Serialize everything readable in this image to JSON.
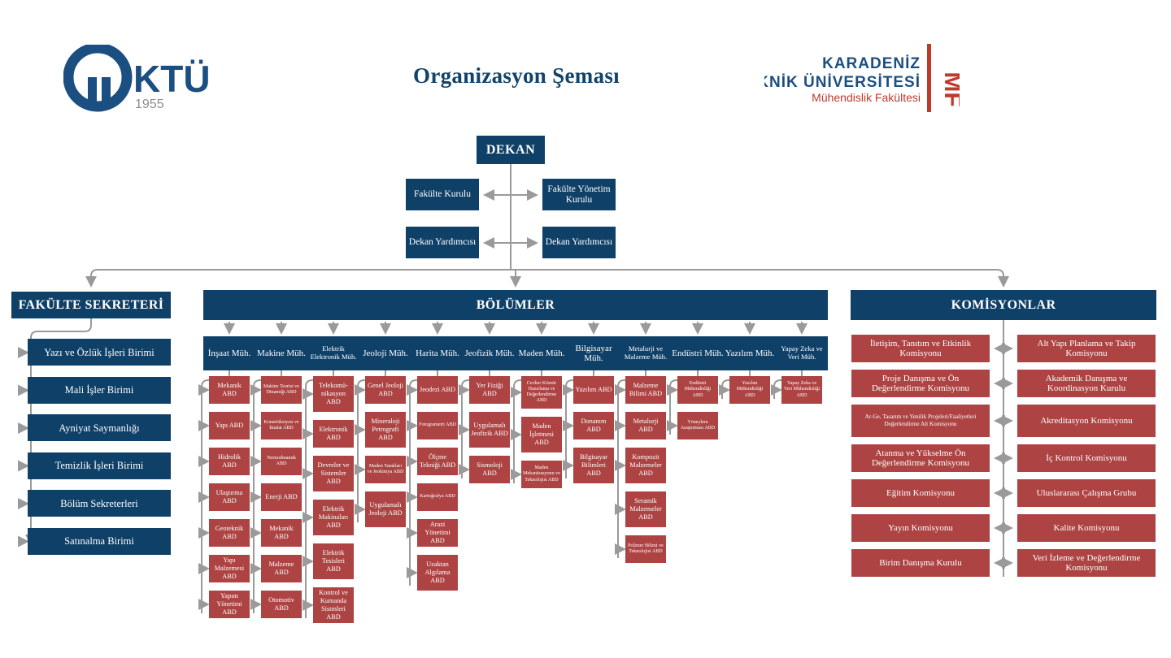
{
  "header": {
    "title": "Organizasyon Şeması",
    "logo_left": {
      "name": "ktu-logo",
      "text": "KTÜ",
      "year": "1955"
    },
    "logo_right": {
      "name": "ktu-muhendislik-fakultesi-logo",
      "line1": "KARADENİZ",
      "line2": "TEKNİK ÜNİVERSİTESİ",
      "line3": "Mühendislik Fakültesi",
      "mark": "MF"
    }
  },
  "colors": {
    "navy": "#0f4068",
    "red": "#ad4343",
    "connector": "#9a9a9a",
    "title": "#12436b"
  },
  "top": {
    "dekan": "DEKAN",
    "fakulte_kurulu": "Fakülte Kurulu",
    "fakulte_yonetim_kurulu": "Fakülte Yönetim Kurulu",
    "dekan_yardimcisi_1": "Dekan Yardımcısı",
    "dekan_yardimcisi_2": "Dekan Yardımcısı"
  },
  "faculty_secretary": {
    "header": "FAKÜLTE SEKRETERİ",
    "units": [
      "Yazı ve Özlük İşleri Birimi",
      "Mali İşler Birimi",
      "Ayniyat Saymanlığı",
      "Temizlik İşleri Birimi",
      "Bölüm Sekreterleri",
      "Satınalma Birimi"
    ]
  },
  "departments": {
    "header": "BÖLÜMLER",
    "columns": [
      {
        "name": "İnşaat Müh.",
        "small": false,
        "abd": [
          {
            "t": "Mekanik ABD",
            "s": false
          },
          {
            "t": "Yapı ABD",
            "s": false
          },
          {
            "t": "Hidrolik ABD",
            "s": false
          },
          {
            "t": "Ulaştırma ABD",
            "s": false
          },
          {
            "t": "Geoteknik ABD",
            "s": false
          },
          {
            "t": "Yapı Malzemesi ABD",
            "s": false
          },
          {
            "t": "Yapım Yönetimi ABD",
            "s": false
          }
        ]
      },
      {
        "name": "Makine Müh.",
        "small": false,
        "abd": [
          {
            "t": "Makine Teorisi ve Dinamiği ABD",
            "s": true
          },
          {
            "t": "Konstrüksiyon ve İmalat ABD",
            "s": true
          },
          {
            "t": "Termodinamik ABD",
            "s": true
          },
          {
            "t": "Enerji ABD",
            "s": false
          },
          {
            "t": "Mekanik ABD",
            "s": false
          },
          {
            "t": "Malzeme ABD",
            "s": false
          },
          {
            "t": "Otomotiv ABD",
            "s": false
          }
        ]
      },
      {
        "name": "Elektrik Elektronik Müh.",
        "small": true,
        "abd": [
          {
            "t": "Telekomü-nikasyon ABD",
            "s": false
          },
          {
            "t": "Elektronik ABD",
            "s": false
          },
          {
            "t": "Devreler ve Sistemler ABD",
            "s": false
          },
          {
            "t": "Elektrik Makinaları ABD",
            "s": false
          },
          {
            "t": "Elektrik Tesisleri ABD",
            "s": false
          },
          {
            "t": "Kontrol ve Kumanda Sistmleri ABD",
            "s": false
          }
        ]
      },
      {
        "name": "Jeoloji Müh.",
        "small": false,
        "abd": [
          {
            "t": "Genel Jeoloji ABD",
            "s": false
          },
          {
            "t": "Mineraloji Petrografi ABD",
            "s": false
          },
          {
            "t": "Maden Yatakları ve Jeokimya ABD",
            "s": true
          },
          {
            "t": "Uygulamalı Jeoloji ABD",
            "s": false
          }
        ]
      },
      {
        "name": "Harita Müh.",
        "small": false,
        "abd": [
          {
            "t": "Jeodezi ABD",
            "s": false
          },
          {
            "t": "Fotogrametri ABD",
            "s": true
          },
          {
            "t": "Ölçme Tekniği ABD",
            "s": false
          },
          {
            "t": "Kartoğrafya ABD",
            "s": true
          },
          {
            "t": "Arazi Yönetimi ABD",
            "s": false
          },
          {
            "t": "Uzaktan Algılama ABD",
            "s": false
          }
        ]
      },
      {
        "name": "Jeofizik Müh.",
        "small": false,
        "abd": [
          {
            "t": "Yer Fiziği ABD",
            "s": false
          },
          {
            "t": "Uygulamalı Jeofizik ABD",
            "s": false
          },
          {
            "t": "Sismoloji ABD",
            "s": false
          }
        ]
      },
      {
        "name": "Maden Müh.",
        "small": false,
        "abd": [
          {
            "t": "Cevher Kömür Hazırlama ve Değerlendirme ABD",
            "s": true
          },
          {
            "t": "Maden İşletmesi ABD",
            "s": false
          },
          {
            "t": "Maden Mekanizasyonu ve Teknolojisi ABD",
            "s": true
          }
        ]
      },
      {
        "name": "Bilgisayar Müh.",
        "small": false,
        "abd": [
          {
            "t": "Yazılım ABD",
            "s": false
          },
          {
            "t": "Donanım ABD",
            "s": false
          },
          {
            "t": "Bilgisayar Bilimleri ABD",
            "s": false
          }
        ]
      },
      {
        "name": "Metalurji ve Malzeme Müh.",
        "small": true,
        "abd": [
          {
            "t": "Malzeme Bilimi ABD",
            "s": false
          },
          {
            "t": "Metalurji ABD",
            "s": false
          },
          {
            "t": "Kompozit Malzemeler ABD",
            "s": false
          },
          {
            "t": "Seramik Malzemeler ABD",
            "s": false
          },
          {
            "t": "Polimer Bilimi ve Teknolojisi ABD",
            "s": true
          }
        ]
      },
      {
        "name": "Endüstri Müh.",
        "small": false,
        "abd": [
          {
            "t": "Endüstri Mühendisliği ABD",
            "s": true
          },
          {
            "t": "Yöneylem Araştırması ABD",
            "s": true
          }
        ]
      },
      {
        "name": "Yazılım Müh.",
        "small": false,
        "abd": [
          {
            "t": "Yazılım Mühendisliği ABD",
            "s": true
          }
        ]
      },
      {
        "name": "Yapay Zeka ve Veri Müh.",
        "small": true,
        "abd": [
          {
            "t": "Yapay Zeka ve Veri Mühendisliği ABD",
            "s": true
          }
        ]
      }
    ]
  },
  "commissions": {
    "header": "KOMİSYONLAR",
    "left": [
      {
        "t": "İletişim, Tanıtım ve Etkinlik Komisyonu",
        "s": false
      },
      {
        "t": "Proje Danışma ve Ön Değerlendirme Komisyonu",
        "s": false
      },
      {
        "t": "Ar-Ge, Tasarım ve Yenilik Projeleri/Faaliyetleri Değerlendirme Alt Komisyonu",
        "s": true
      },
      {
        "t": "Atanma ve Yükselme Ön Değerlendirme Komisyonu",
        "s": false
      },
      {
        "t": "Eğitim Komisyonu",
        "s": false
      },
      {
        "t": "Yayın Komisyonu",
        "s": false
      },
      {
        "t": "Birim Danışma Kurulu",
        "s": false
      }
    ],
    "right": [
      {
        "t": "Alt Yapı Planlama ve Takip Komisyonu",
        "s": false
      },
      {
        "t": "Akademik Danışma ve Koordinasyon Kurulu",
        "s": false
      },
      {
        "t": "Akreditasyon Komisyonu",
        "s": false
      },
      {
        "t": "İç Kontrol Komisyonu",
        "s": false
      },
      {
        "t": "Uluslararası Çalışma Grubu",
        "s": false
      },
      {
        "t": "Kalite Komisyonu",
        "s": false
      },
      {
        "t": "Veri İzleme ve Değerlendirme Komisyonu",
        "s": false
      }
    ]
  }
}
